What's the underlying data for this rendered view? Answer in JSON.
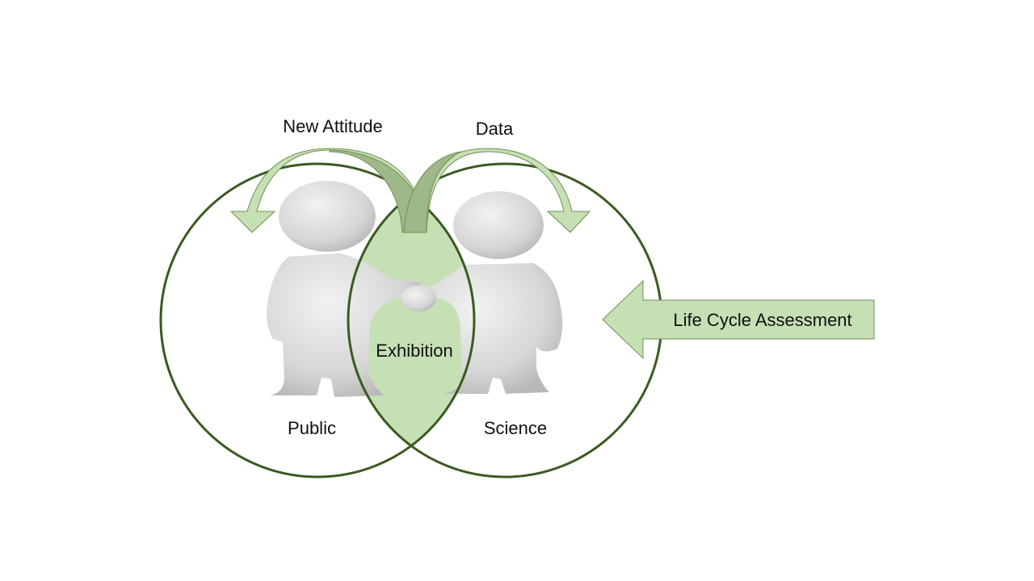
{
  "labels": {
    "new_attitude": "New Attitude",
    "data": "Data",
    "exhibition": "Exhibition",
    "public": "Public",
    "science": "Science",
    "lca": "Life Cycle Assessment"
  },
  "colors": {
    "circle_stroke": "#3a5a22",
    "overlap_fill": "#c5e0b4",
    "arrow_light": "#c5e0b4",
    "arrow_dark": "#9fb88a",
    "arrow_stroke": "#6e8f52",
    "figure": "#dadada"
  },
  "icons": {
    "figures": "handshake-people-icon"
  }
}
